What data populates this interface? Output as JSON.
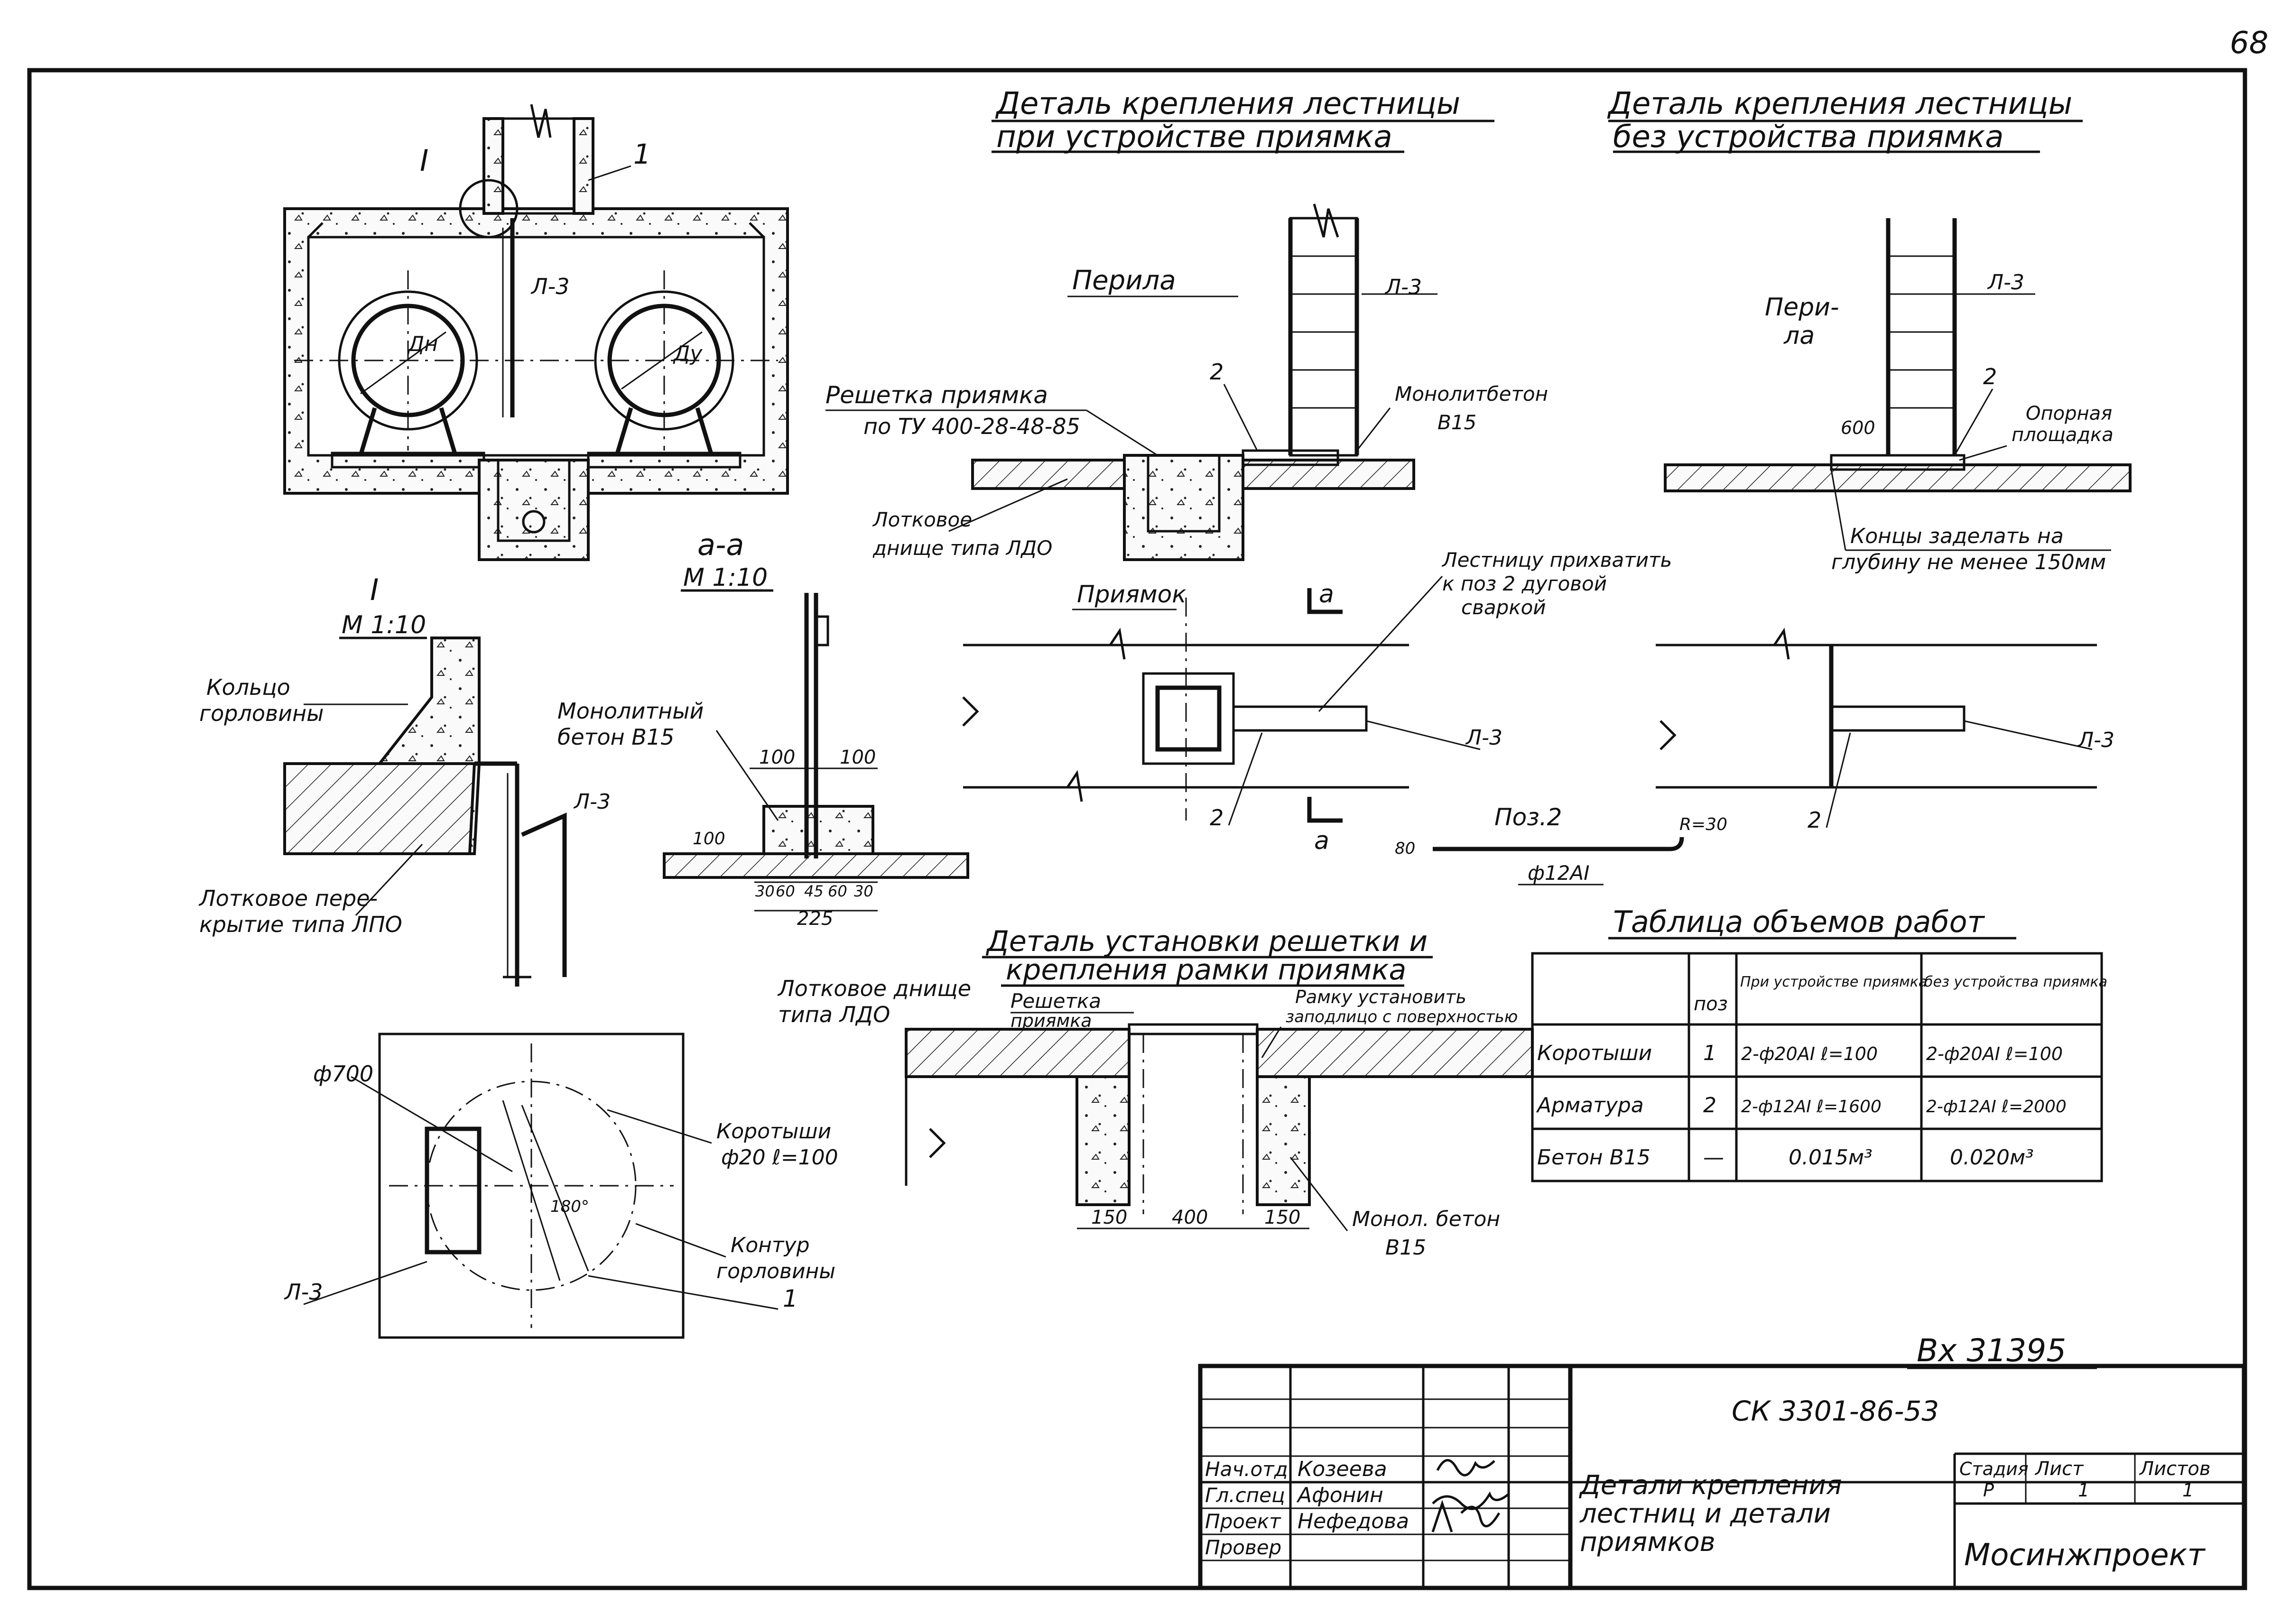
{
  "sheet_number": "68",
  "headings": {
    "detail_with_pit": [
      "Деталь крепления лестницы",
      "при устройстве приямка"
    ],
    "detail_without_pit": [
      "Деталь крепления лестницы",
      "без устройства приямка"
    ],
    "detail_grate": [
      "Деталь установки решетки и",
      "крепления рамки приямка"
    ]
  },
  "section_marks": {
    "node_i_title": "I",
    "node_i_scale": "М 1:10",
    "section_aa_title": "а-а",
    "section_aa_scale": "М 1:10",
    "cut_a": "а"
  },
  "labels": {
    "roman_one": "I",
    "one": "1",
    "l3": "Л-3",
    "dn": "Дн",
    "du": "Ду",
    "railing": "Перила",
    "railing_split": [
      "Пери-",
      "ла"
    ],
    "grate_line1": "Решетка приямка",
    "grate_line2": "по ТУ 400-28-48-85",
    "tray_bottom": [
      "Лотковое",
      "днище типа ЛДО"
    ],
    "monolith_concrete": [
      "Монолитбетон",
      "В15"
    ],
    "pos2": "2",
    "pit": "Приямок",
    "weld_note": [
      "Лестницу прихватить",
      "к поз 2 дуговой",
      "сваркой"
    ],
    "support_platform": [
      "Опорная",
      "площадка"
    ],
    "dim_600": "600",
    "ends_note": [
      "Концы заделать на",
      "глубину не менее 150мм"
    ],
    "neck_ring": [
      "Кольцо",
      "горловины"
    ],
    "tray_cover": [
      "Лотковое пере-",
      "крытие типа ЛПО"
    ],
    "monolith_b15": [
      "Монолитный",
      "бетон В15"
    ],
    "dims_aa": [
      "100",
      "100",
      "100",
      "30",
      "60",
      "45",
      "60",
      "30",
      "225"
    ],
    "poz2": "Поз.2",
    "r30": "R=30",
    "rebar_12": "ф12АI",
    "dim_80": "80",
    "phi700": "ф700",
    "angle_180": "180°",
    "short_bars": [
      "Коротыши",
      "ф20 ℓ=100"
    ],
    "neck_contour": [
      "Контур",
      "горловины"
    ],
    "tray_bottom2": [
      "Лотковое днище",
      "типа ЛДО"
    ],
    "grate_pit": [
      "Решетка",
      "приямка"
    ],
    "frame_install": [
      "Рамку установить",
      "заподлицо с поверхностью"
    ],
    "dims_grate": [
      "150",
      "400",
      "150"
    ],
    "monol_concrete": [
      "Монол. бетон",
      "В15"
    ]
  },
  "volume_table": {
    "title": "Таблица объемов работ",
    "headers": [
      "",
      "поз",
      "При устройстве приямка",
      "без устройства приямка"
    ],
    "rows": [
      [
        "Коротыши",
        "1",
        "2-ф20АI ℓ=100",
        "2-ф20АI ℓ=100"
      ],
      [
        "Арматура",
        "2",
        "2-ф12АI ℓ=1600",
        "2-ф12АI ℓ=2000"
      ],
      [
        "Бетон В15",
        "—",
        "0.015м³",
        "0.020м³"
      ]
    ]
  },
  "inventory_number": "Вх 31395",
  "title_block": {
    "code": "СК 3301-86-53",
    "roles": [
      "Нач.отд",
      "Гл.спец",
      "Проект",
      "Провер"
    ],
    "names": [
      "Козеева",
      "Афонин",
      "Нефедова",
      ""
    ],
    "title": [
      "Детали крепления",
      "лестниц и детали",
      "приямков"
    ],
    "stage_headers": [
      "Стадия",
      "Лист",
      "Листов"
    ],
    "stage_values": [
      "Р",
      "1",
      "1"
    ],
    "organization": "Мосинжпроект"
  }
}
